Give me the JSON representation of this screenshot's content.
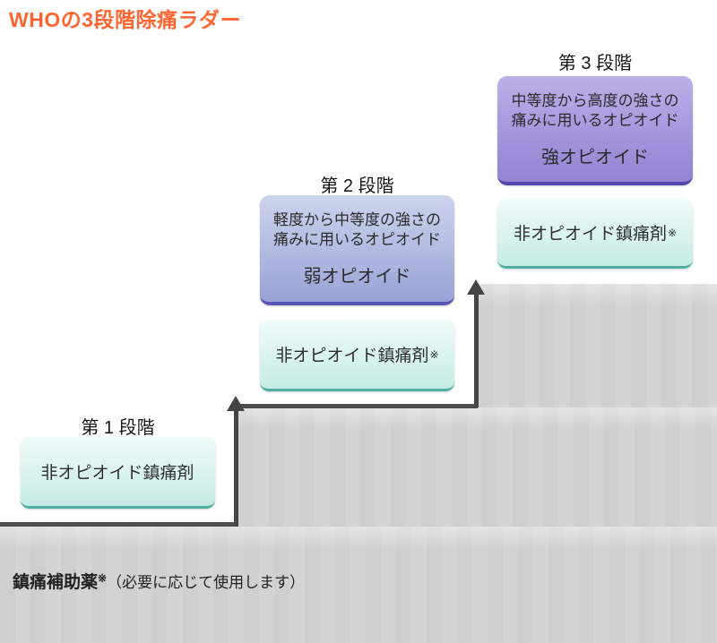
{
  "title": "WHOの3段階除痛ラダー",
  "steps": [
    {
      "heading": "第 1 段階",
      "non_opioid": {
        "label": "非オピオイド鎮痛剤",
        "note_mark": ""
      }
    },
    {
      "heading": "第 2 段階",
      "opioid": {
        "line1": "軽度から中等度の強さの",
        "line2": "痛みに用いるオピオイド",
        "name": "弱オピオイド"
      },
      "non_opioid": {
        "label": "非オピオイド鎮痛剤",
        "note_mark": "※"
      }
    },
    {
      "heading": "第 3 段階",
      "opioid": {
        "line1": "中等度から高度の強さの",
        "line2": "痛みに用いるオピオイド",
        "name": "強オピオイド"
      },
      "non_opioid": {
        "label": "非オピオイド鎮痛剤",
        "note_mark": "※"
      }
    }
  ],
  "footer": {
    "label_bold": "鎮痛補助薬",
    "note_mark": "※",
    "label_rest": "（必要に応じて使用します）"
  },
  "colors": {
    "title_orange": "#ff6532",
    "teal_box_top": "#f0fcf9",
    "teal_box_bottom": "#c6ece5",
    "teal_box_rim": "#4fafa5",
    "step2_box_top": "#cdd3ec",
    "step2_box_bottom": "#98a3d5",
    "step2_box_rim": "#5a55b5",
    "step3_box_top": "#bcb0e8",
    "step3_box_bottom": "#9284d2",
    "step3_box_rim": "#5245b0",
    "stair_gray": "#d0d0d0",
    "line_arrow_dark": "#4f4f4f",
    "text_dark": "#2b2b2b"
  }
}
